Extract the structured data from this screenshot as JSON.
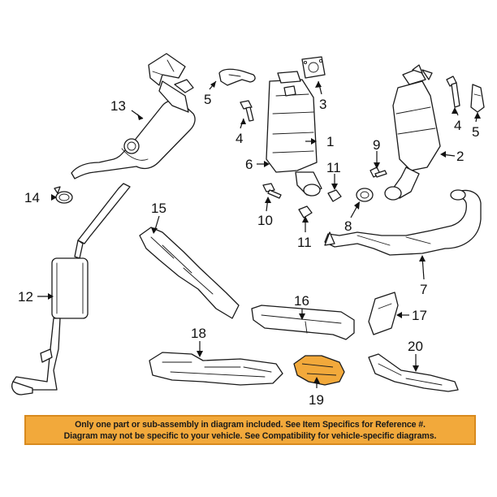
{
  "diagram": {
    "callouts": {
      "c1": "1",
      "c2": "2",
      "c3": "3",
      "c4a": "4",
      "c4b": "4",
      "c5a": "5",
      "c5b": "5",
      "c6": "6",
      "c7": "7",
      "c8": "8",
      "c9": "9",
      "c10": "10",
      "c11a": "11",
      "c11b": "11",
      "c12": "12",
      "c13": "13",
      "c14": "14",
      "c15": "15",
      "c16": "16",
      "c17": "17",
      "c18": "18",
      "c19": "19",
      "c20": "20"
    },
    "highlight_color": "#f2a93b"
  },
  "disclaimer": {
    "line1": "Only one part or sub-assembly in diagram included. See Item Specifics for Reference #.",
    "line2": "Diagram may not be specific to your vehicle. See Compatibility for vehicle-specific diagrams.",
    "background_color": "#f2a93b"
  }
}
